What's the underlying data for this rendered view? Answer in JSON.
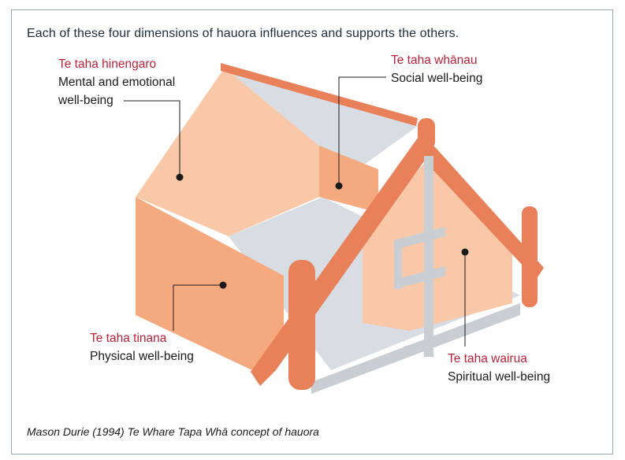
{
  "heading": "Each of these four dimensions of hauora influences and supports the others.",
  "dimensions": {
    "hinengaro": {
      "maori": "Te taha hinengaro",
      "english_line1": "Mental and emotional",
      "english_line2": "well-being"
    },
    "whanau": {
      "maori": "Te taha whānau",
      "english": "Social well-being"
    },
    "tinana": {
      "maori": "Te taha tinana",
      "english": "Physical well-being"
    },
    "wairua": {
      "maori": "Te taha wairua",
      "english": "Spiritual well-being"
    }
  },
  "caption": "Mason Durie (1994) Te Whare Tapa Whā concept of hauora",
  "colors": {
    "maori_text": "#b3243b",
    "roof_light": "#f8c8a8",
    "wall_mid": "#f5a97f",
    "beam": "#e8805a",
    "floor_grey": "#d8dde3",
    "pillar_grey": "#c9ced3"
  }
}
